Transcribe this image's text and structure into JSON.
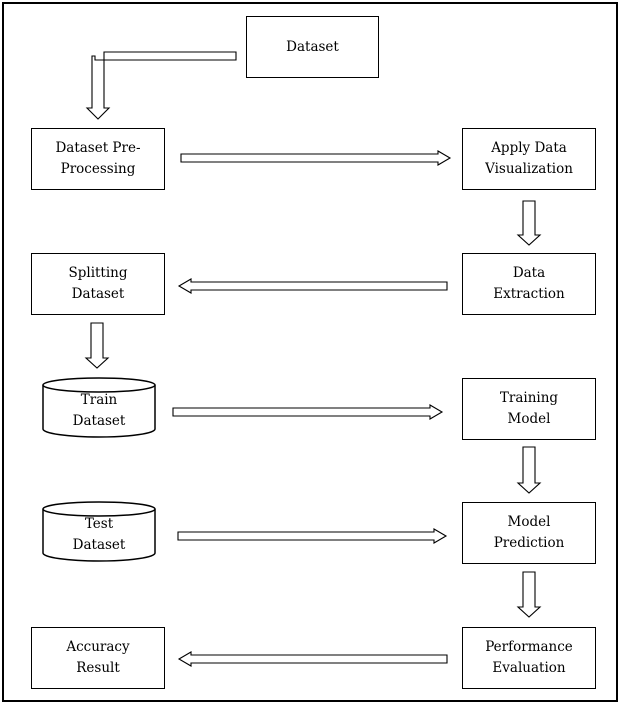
{
  "nodes": {
    "dataset": {
      "lines": [
        "Dataset"
      ]
    },
    "preprocessing": {
      "lines": [
        "Dataset Pre-",
        "Processing"
      ]
    },
    "visualization": {
      "lines": [
        "Apply Data",
        "Visualization"
      ]
    },
    "extraction": {
      "lines": [
        "Data",
        "Extraction"
      ]
    },
    "splitting": {
      "lines": [
        "Splitting",
        "Dataset"
      ]
    },
    "train": {
      "lines": [
        "Train",
        "Dataset"
      ]
    },
    "training": {
      "lines": [
        "Training",
        "Model"
      ]
    },
    "test": {
      "lines": [
        "Test",
        "Dataset"
      ]
    },
    "prediction": {
      "lines": [
        "Model",
        "Prediction"
      ]
    },
    "evaluation": {
      "lines": [
        "Performance",
        "Evaluation"
      ]
    },
    "accuracy": {
      "lines": [
        "Accuracy",
        "Result"
      ]
    }
  },
  "edges": [
    {
      "from": "dataset",
      "to": "preprocessing"
    },
    {
      "from": "preprocessing",
      "to": "visualization"
    },
    {
      "from": "visualization",
      "to": "extraction"
    },
    {
      "from": "extraction",
      "to": "splitting"
    },
    {
      "from": "splitting",
      "to": "train"
    },
    {
      "from": "train",
      "to": "training"
    },
    {
      "from": "training",
      "to": "prediction"
    },
    {
      "from": "test",
      "to": "prediction"
    },
    {
      "from": "prediction",
      "to": "evaluation"
    },
    {
      "from": "evaluation",
      "to": "accuracy"
    }
  ]
}
